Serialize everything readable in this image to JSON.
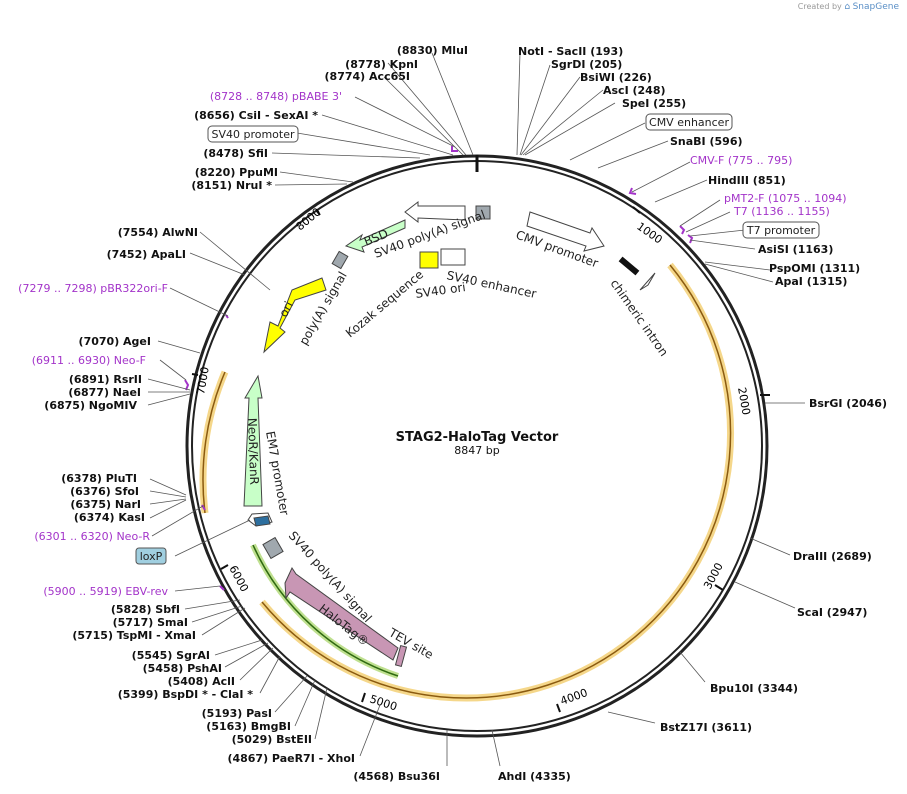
{
  "brand": {
    "prefix": "Created by",
    "name": "SnapGene"
  },
  "title": "STAG2-HaloTag Vector",
  "length_label": "8847 bp",
  "ticks": [
    "1000",
    "2000",
    "3000",
    "4000",
    "5000",
    "6000",
    "7000",
    "8000"
  ],
  "sites": [
    {
      "id": "mlui",
      "text": "(8830)  MluI"
    },
    {
      "id": "kpni",
      "text": "(8778)  KpnI"
    },
    {
      "id": "acc65i",
      "text": "(8774)  Acc65I"
    },
    {
      "id": "pbabe3",
      "text": "(8728 .. 8748)  pBABE 3'"
    },
    {
      "id": "csii",
      "text": "(8656)  CsiI  - SexAI *"
    },
    {
      "id": "sv40prom_box",
      "text": "SV40 promoter"
    },
    {
      "id": "sfii",
      "text": "(8478)  SfiI"
    },
    {
      "id": "ppumi",
      "text": "(8220)  PpuMI"
    },
    {
      "id": "nrui",
      "text": "(8151)  NruI *"
    },
    {
      "id": "alwni",
      "text": "(7554)  AlwNI"
    },
    {
      "id": "apali",
      "text": "(7452)  ApaLI"
    },
    {
      "id": "pbr322",
      "text": "(7279 .. 7298)  pBR322ori-F"
    },
    {
      "id": "agei",
      "text": "(7070)  AgeI"
    },
    {
      "id": "neof",
      "text": "(6911 .. 6930)  Neo-F"
    },
    {
      "id": "rsrii",
      "text": "(6891)  RsrII"
    },
    {
      "id": "naei",
      "text": "(6877)  NaeI"
    },
    {
      "id": "ngomiv",
      "text": "(6875)  NgoMIV"
    },
    {
      "id": "pluti",
      "text": "(6378)  PluTI"
    },
    {
      "id": "sfoi",
      "text": "(6376)  SfoI"
    },
    {
      "id": "nari",
      "text": "(6375)  NarI"
    },
    {
      "id": "kasi",
      "text": "(6374)  KasI"
    },
    {
      "id": "neor",
      "text": "(6301 .. 6320)  Neo-R"
    },
    {
      "id": "loxp",
      "text": "loxP"
    },
    {
      "id": "ebvrev",
      "text": "(5900 .. 5919)  EBV-rev"
    },
    {
      "id": "sbfi",
      "text": "(5828)  SbfI"
    },
    {
      "id": "smai",
      "text": "(5717)  SmaI"
    },
    {
      "id": "tspmi",
      "text": "(5715)  TspMI   - XmaI"
    },
    {
      "id": "sgrai",
      "text": "(5545)  SgrAI"
    },
    {
      "id": "pshai",
      "text": "(5458)  PshAI"
    },
    {
      "id": "acli",
      "text": "(5408)  AclI"
    },
    {
      "id": "bspdi",
      "text": "(5399)  BspDI *  - ClaI *"
    },
    {
      "id": "pasi",
      "text": "(5193)  PasI"
    },
    {
      "id": "bmgbi",
      "text": "(5163)  BmgBI"
    },
    {
      "id": "bsteii",
      "text": "(5029)  BstEII"
    },
    {
      "id": "paer7i",
      "text": "(4867)  PaeR7I   - XhoI"
    },
    {
      "id": "bsu36i",
      "text": "(4568)  Bsu36I"
    },
    {
      "id": "ahdi",
      "text": "AhdI   (4335)"
    },
    {
      "id": "bstz17i",
      "text": "BstZ17I   (3611)"
    },
    {
      "id": "bpu10i",
      "text": "Bpu10I   (3344)"
    },
    {
      "id": "scai",
      "text": "ScaI   (2947)"
    },
    {
      "id": "draiii",
      "text": "DraIII   (2689)"
    },
    {
      "id": "bsrgi",
      "text": "BsrGI   (2046)"
    },
    {
      "id": "apai",
      "text": "ApaI   (1315)"
    },
    {
      "id": "pspomi",
      "text": "PspOMI   (1311)"
    },
    {
      "id": "asisi",
      "text": "AsiSI   (1163)"
    },
    {
      "id": "t7prom_box",
      "text": "T7 promoter"
    },
    {
      "id": "t7",
      "text": "T7   (1136 .. 1155)"
    },
    {
      "id": "pmt2f",
      "text": "pMT2-F   (1075 .. 1094)"
    },
    {
      "id": "hindiii",
      "text": "HindIII   (851)"
    },
    {
      "id": "cmvf",
      "text": "CMV-F    (775 .. 795)"
    },
    {
      "id": "snabi",
      "text": "SnaBI   (596)"
    },
    {
      "id": "cmvenh_box",
      "text": "CMV enhancer"
    },
    {
      "id": "spei",
      "text": "SpeI   (255)"
    },
    {
      "id": "asci",
      "text": "AscI   (248)"
    },
    {
      "id": "bsiwi",
      "text": "BsiWI   (226)"
    },
    {
      "id": "sgrdi",
      "text": "SgrDI   (205)"
    },
    {
      "id": "noti",
      "text": "NotI   - SacII   (193)"
    }
  ],
  "features": [
    {
      "id": "cmv_promoter",
      "text": "CMV promoter"
    },
    {
      "id": "chimeric_intron",
      "text": "chimeric intron"
    },
    {
      "id": "sv40_polya_top",
      "text": "SV40 poly(A) signal"
    },
    {
      "id": "sv40_enhancer",
      "text": "SV40 enhancer"
    },
    {
      "id": "sv40_ori",
      "text": "SV40 ori"
    },
    {
      "id": "kozak",
      "text": "Kozak sequence"
    },
    {
      "id": "bsd",
      "text": "BSD"
    },
    {
      "id": "polya",
      "text": "poly(A) signal"
    },
    {
      "id": "ori",
      "text": "ori"
    },
    {
      "id": "neor_kanr",
      "text": "NeoR/KanR"
    },
    {
      "id": "em7",
      "text": "EM7 promoter"
    },
    {
      "id": "sv40_polya_bottom",
      "text": "SV40 poly(A) signal"
    },
    {
      "id": "halotag",
      "text": "HaloTag®"
    },
    {
      "id": "tev",
      "text": "TEV site"
    }
  ],
  "colors": {
    "backbone": "#222222",
    "orange_arc": "#e8a020",
    "ori_yellow": "#ffff00",
    "bsd_green": "#c8ffc8",
    "halotag_mauve": "#c896b4",
    "primer_purple": "#a334c9",
    "loxp_blue": "#a0cfe0",
    "green_line": "#4a9a1a"
  }
}
